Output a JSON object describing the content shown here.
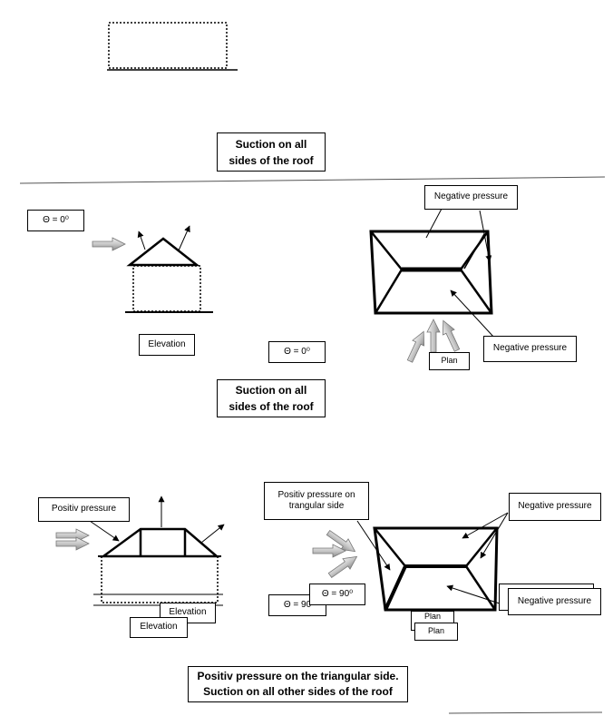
{
  "section1": {
    "caption_line1": "Suction on all",
    "caption_line2": "sides of the roof"
  },
  "section2": {
    "theta_label": "Θ = 0⁰",
    "theta_label_2": "Θ = 0⁰",
    "elevation_label": "Elevation",
    "plan_label": "Plan",
    "negative_pressure_top": "Negative pressure",
    "negative_pressure_bottom": "Negative pressure",
    "caption_line1": "Suction on all",
    "caption_line2": "sides of the roof"
  },
  "section3": {
    "positive_pressure_label": "Positiv pressure",
    "positive_pressure_triangular_line1": "Positiv pressure on",
    "positive_pressure_triangular_line2": "trangular side",
    "theta_label_back": "Θ = 90",
    "theta_label_front": "Θ = 90⁰",
    "elevation_label_back": "Elevation",
    "elevation_label_front": "Elevation",
    "plan_label_back": "Plan",
    "plan_label_front": "Plan",
    "negative_pressure_top": "Negative pressure",
    "negative_pressure_bottom": "Negative pressure",
    "caption_line1": "Positiv pressure on the triangular side.",
    "caption_line2": "Suction on all other sides of the roof"
  },
  "colors": {
    "line": "#000000",
    "arrow_fill_light": "#e6e6e6",
    "arrow_fill_dark": "#a0a0a0"
  }
}
